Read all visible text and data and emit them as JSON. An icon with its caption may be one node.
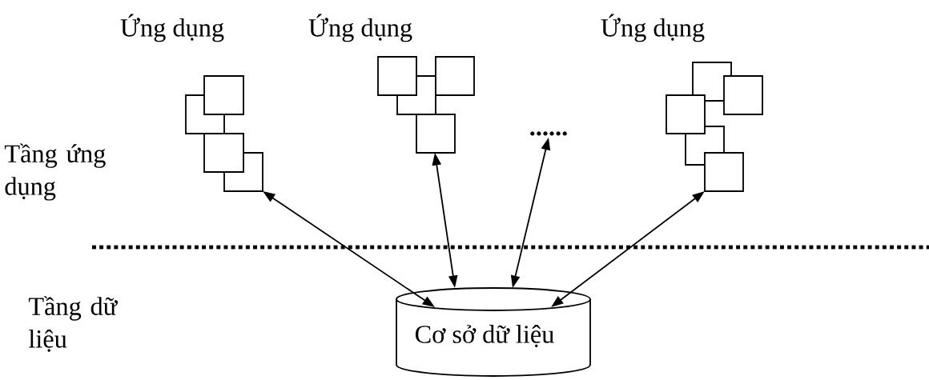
{
  "diagram": {
    "nodes": [
      {
        "text": [
          "Ứng dụng"
        ]
      },
      {
        "text": [
          "Ứng dụng"
        ]
      },
      {
        "text": [
          "......"
        ]
      },
      {
        "text": [
          "Ứng dụng"
        ]
      },
      {
        "text": [
          "Cơ sở dữ liệu"
        ]
      }
    ],
    "edges": [
      {
        "from": 0,
        "to": 4,
        "arrow": "both"
      },
      {
        "from": 1,
        "to": 4,
        "arrow": "both"
      },
      {
        "from": 2,
        "to": 4,
        "arrow": "both"
      },
      {
        "from": 3,
        "to": 4,
        "arrow": "both"
      }
    ],
    "labels": [
      "Tầng ứng dụng",
      "Tầng dữ liệu"
    ]
  }
}
